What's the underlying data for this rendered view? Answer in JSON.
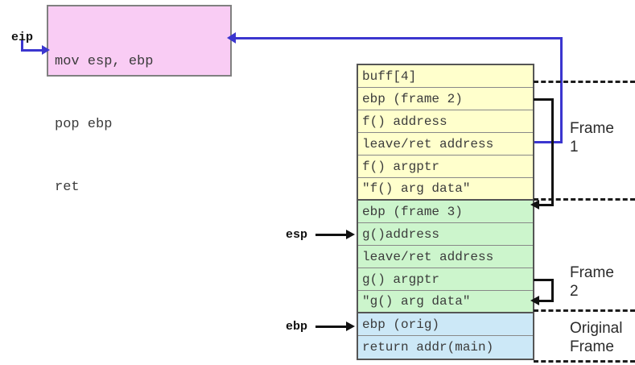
{
  "diagram": {
    "title": "stack-frame-unwinding-diagram",
    "colors": {
      "code_box_fill": "#f9ccf4",
      "frame1_fill": "#ffffcc",
      "frame2_fill": "#ccf5cc",
      "original_frame_fill": "#cce8f7",
      "eip_pointer": "#3b36cf",
      "connector": "#111111"
    }
  },
  "code_box": {
    "lines": [
      "mov esp, ebp",
      "pop ebp",
      "ret"
    ]
  },
  "registers": {
    "eip": "eip",
    "esp": "esp",
    "ebp": "ebp"
  },
  "stack": {
    "rows": [
      {
        "label": "buff[4]",
        "frame": "frame1"
      },
      {
        "label": "ebp (frame 2)",
        "frame": "frame1"
      },
      {
        "label": "f() address",
        "frame": "frame1"
      },
      {
        "label": "leave/ret address",
        "frame": "frame1"
      },
      {
        "label": "f() argptr",
        "frame": "frame1"
      },
      {
        "label": "\"f() arg data\"",
        "frame": "frame1"
      },
      {
        "label": "ebp (frame 3)",
        "frame": "frame2"
      },
      {
        "label": "g()address",
        "frame": "frame2"
      },
      {
        "label": "leave/ret address",
        "frame": "frame2"
      },
      {
        "label": "g() argptr",
        "frame": "frame2"
      },
      {
        "label": "\"g() arg data\"",
        "frame": "frame2"
      },
      {
        "label": "ebp (orig)",
        "frame": "original"
      },
      {
        "label": "return addr(main)",
        "frame": "original"
      }
    ]
  },
  "frame_labels": {
    "frame1": "Frame\n1",
    "frame2": "Frame\n2",
    "original": "Original\nFrame"
  }
}
